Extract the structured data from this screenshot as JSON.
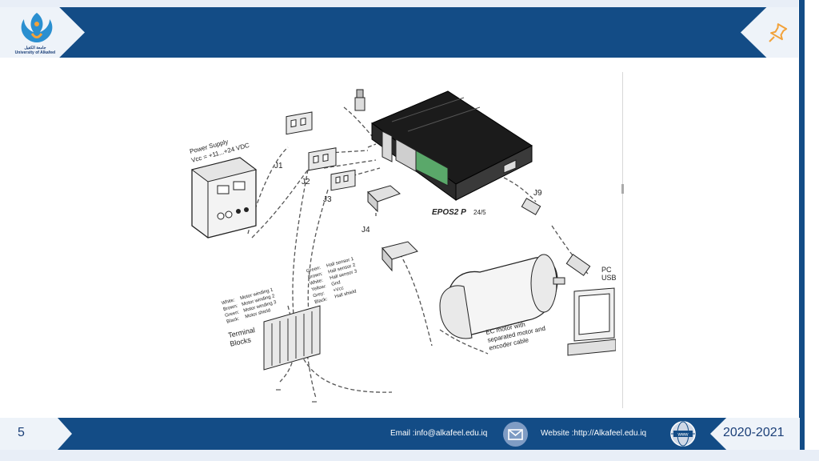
{
  "header": {
    "logo_caption_ar": "جامعة الكفيل",
    "logo_caption_en": "University of Alkafeel"
  },
  "diagram": {
    "power_supply_label": "Power Supply",
    "power_supply_voltage": "Vcc = +11...+24 VDC",
    "connectors": [
      "J1",
      "J2",
      "J3",
      "J4",
      "J9"
    ],
    "controller_name": "EPOS2 P",
    "controller_variant": "24/5",
    "pc_label": "PC",
    "usb_label": "USB",
    "motor_label_lines": [
      "EC motor with",
      "separated motor and",
      "encoder cable"
    ],
    "terminal_label_lines": [
      "Terminal",
      "Blocks"
    ],
    "motor_wires": [
      {
        "color": "White:",
        "desc": "Motor winding 1"
      },
      {
        "color": "Brown:",
        "desc": "Motor winding 2"
      },
      {
        "color": "Green:",
        "desc": "Motor winding 3"
      },
      {
        "color": "Black:",
        "desc": "Motor shield"
      }
    ],
    "hall_wires": [
      {
        "color": "Green:",
        "desc": "Hall sensor 1"
      },
      {
        "color": "Brown:",
        "desc": "Hall sensor 2"
      },
      {
        "color": "White:",
        "desc": "Hall sensor 3"
      },
      {
        "color": "Yellow:",
        "desc": "Gnd"
      },
      {
        "color": "Grey:",
        "desc": "+Vcc"
      },
      {
        "color": "Black:",
        "desc": "Hall shield"
      }
    ]
  },
  "footer": {
    "page_number": "5",
    "email": "Email :info@alkafeel.edu.iq",
    "website": "Website :http://Alkafeel.edu.iq",
    "year": "2020-2021"
  },
  "colors": {
    "brand_blue": "#134c86",
    "badge_bg": "#eef3f9",
    "accent_text": "#1b3f78"
  },
  "icons": [
    "university-logo-icon",
    "pin-icon",
    "mail-icon",
    "www-globe-icon"
  ]
}
